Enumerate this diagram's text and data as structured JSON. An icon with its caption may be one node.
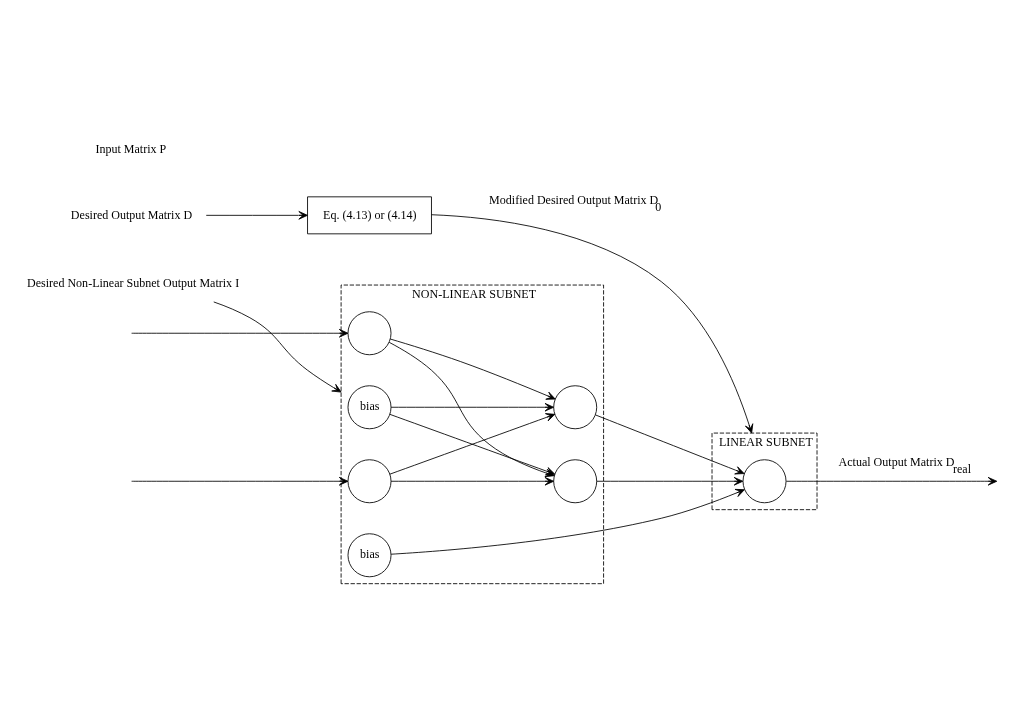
{
  "diagram": {
    "nodes": [
      {
        "text": [
          "NON-LINEAR SUBNET"
        ]
      },
      {
        "text": [
          "LINEAR SUBNET"
        ]
      },
      {
        "text": [
          "bias"
        ],
        "in": 0
      },
      {
        "text": [
          "bias"
        ],
        "in": 0
      },
      {
        "text": [],
        "shape": "circle",
        "in": 0
      },
      {
        "text": [],
        "shape": "circle",
        "in": 0
      },
      {
        "text": [],
        "shape": "circle",
        "in": 1
      },
      {
        "text": [],
        "shape": "circle",
        "in": 0
      },
      {
        "text": [],
        "shape": "circle",
        "in": 0
      },
      {
        "text": [
          "Desired Non-Linear Subnet Output Matrix I"
        ]
      },
      {
        "text": [
          "Eq. (4.13) or (4.14)"
        ]
      },
      {
        "text": [
          "Desired Output Matrix D"
        ]
      }
    ],
    "edges": [
      {
        "from": null,
        "to": 4,
        "arrow": "to"
      },
      {
        "from": null,
        "to": 7,
        "arrow": "to"
      },
      {
        "from": 2,
        "to": 5,
        "arrow": "to"
      },
      {
        "from": 2,
        "to": 8,
        "arrow": "to"
      },
      {
        "from": 4,
        "to": 5,
        "arrow": "to"
      },
      {
        "from": 4,
        "to": 8,
        "arrow": "to"
      },
      {
        "from": 7,
        "to": 5,
        "arrow": "to"
      },
      {
        "from": 7,
        "to": 8,
        "arrow": "to"
      },
      {
        "from": 3,
        "to": 6,
        "arrow": "to"
      },
      {
        "from": 5,
        "to": 6,
        "arrow": "to"
      },
      {
        "from": 8,
        "to": 6,
        "arrow": "to"
      },
      {
        "from": 6,
        "to": null,
        "arrow": "to",
        "label": "Actual Output Matrix D$_{real}$"
      },
      {
        "from": 9,
        "to": 0,
        "arrow": "to"
      },
      {
        "from": 10,
        "to": 1,
        "arrow": "to",
        "label": "Modified Desired Output Matrix D$_{0}$"
      },
      {
        "from": 11,
        "to": 10,
        "arrow": "to"
      }
    ],
    "labels": [
      "Input Matrix P"
    ]
  }
}
